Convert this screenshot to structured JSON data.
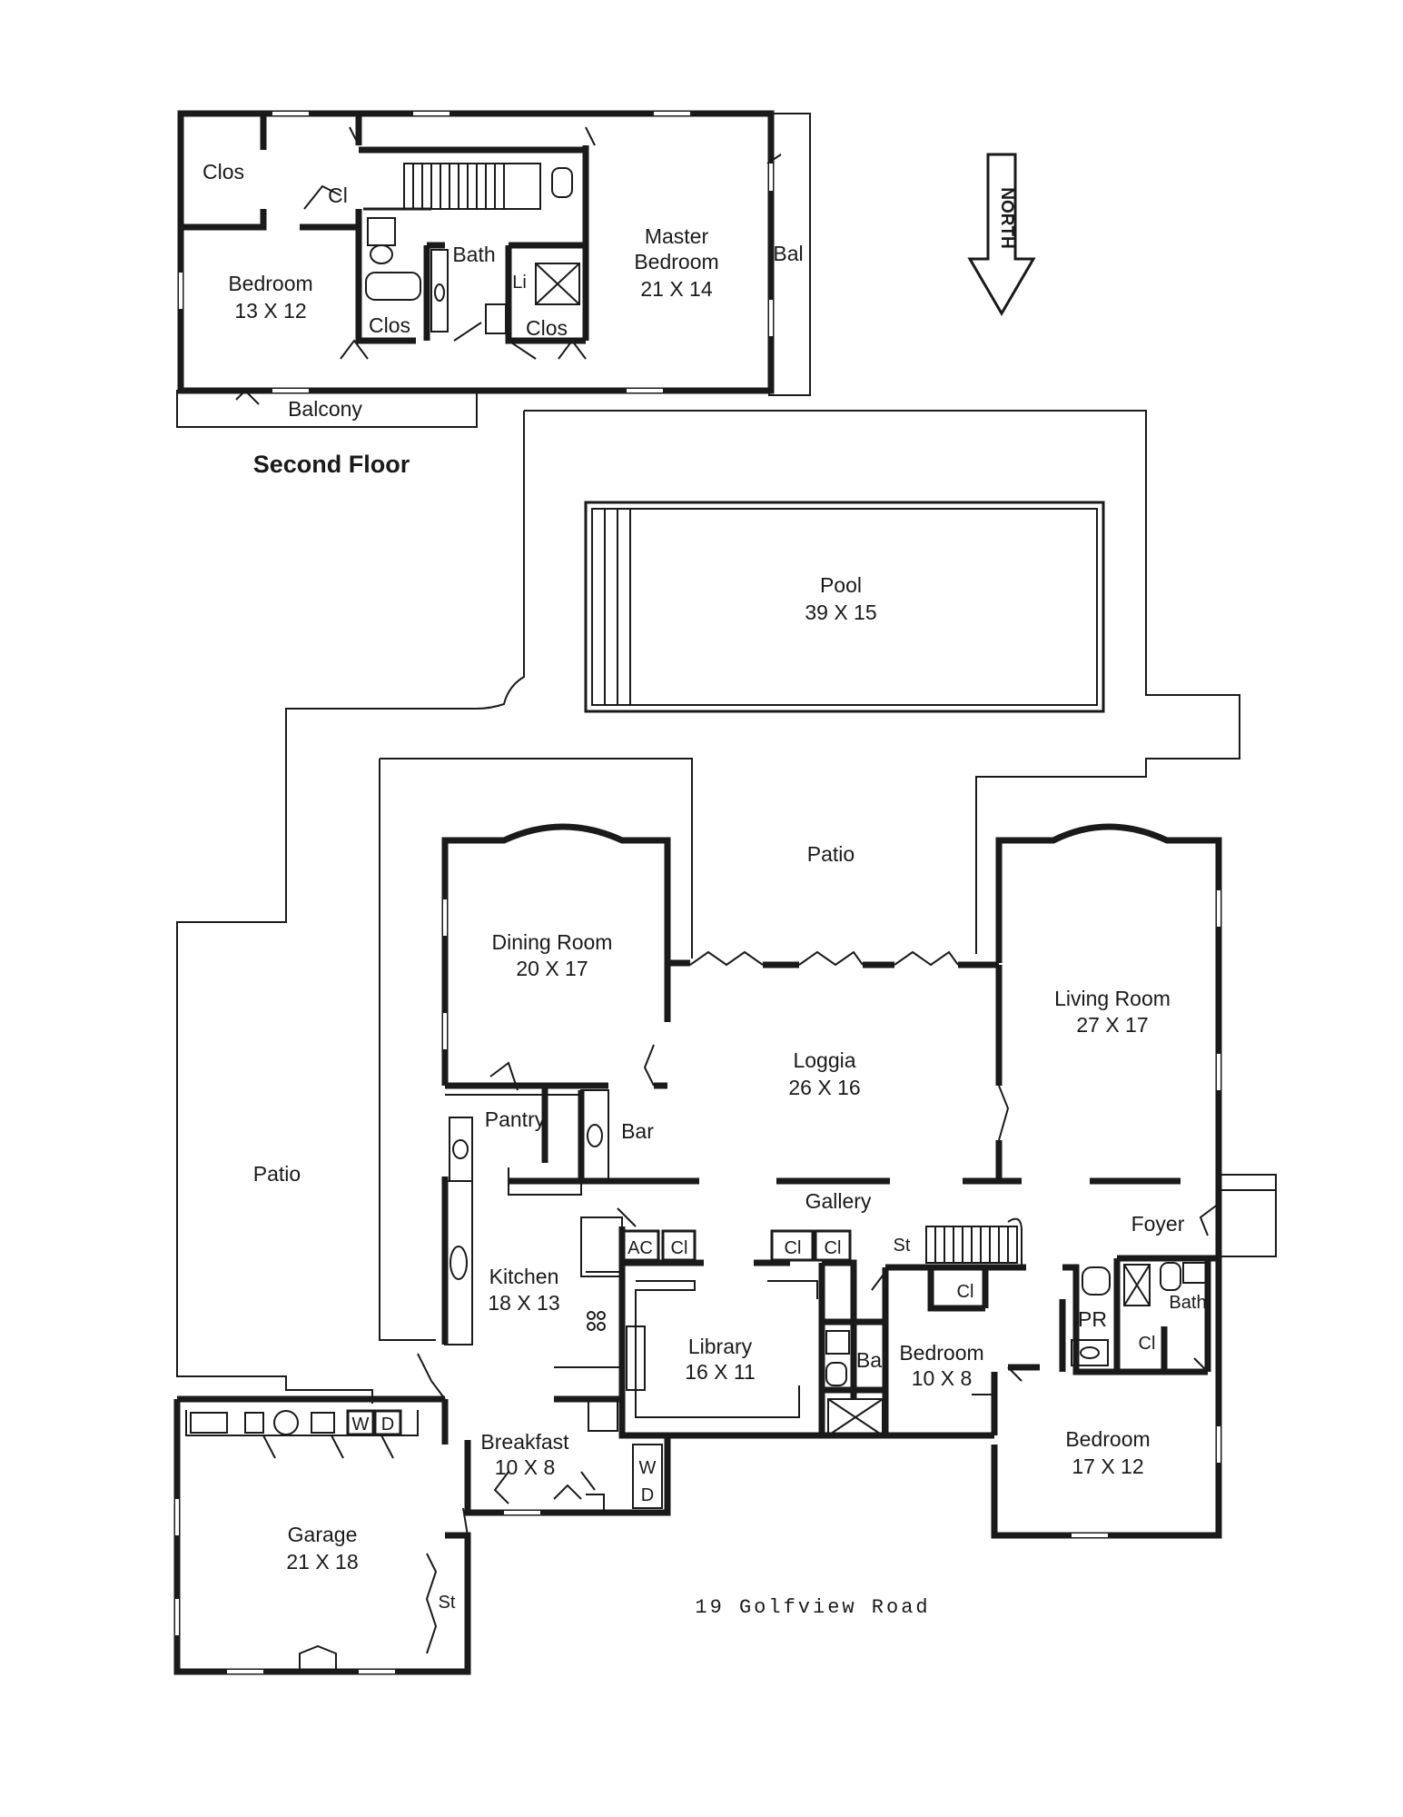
{
  "second_floor": {
    "title": "Second Floor",
    "rooms": {
      "closet_left": "Clos",
      "closet_cl": "Cl",
      "bedroom_name": "Bedroom",
      "bedroom_size": "13 X 12",
      "bath": "Bath",
      "linen": "Li",
      "closet_bath_left": "Clos",
      "closet_bath_right": "Clos",
      "master_name_1": "Master",
      "master_name_2": "Bedroom",
      "master_size": "21 X 14",
      "balcony_side": "Bal",
      "balcony": "Balcony"
    }
  },
  "north_label": "NORTH",
  "pool": {
    "name": "Pool",
    "size": "39 X 15"
  },
  "first_floor": {
    "patio_north": "Patio",
    "patio_west": "Patio",
    "dining": {
      "name": "Dining Room",
      "size": "20 X 17"
    },
    "loggia": {
      "name": "Loggia",
      "size": "26 X 16"
    },
    "living": {
      "name": "Living Room",
      "size": "27 X 17"
    },
    "pantry": "Pantry",
    "bar": "Bar",
    "gallery": "Gallery",
    "foyer": "Foyer",
    "ac": "AC",
    "cl_ac": "Cl",
    "cl_gallery_1": "Cl",
    "cl_gallery_2": "Cl",
    "stair": "St",
    "kitchen": {
      "name": "Kitchen",
      "size": "18 X 13"
    },
    "library": {
      "name": "Library",
      "size": "16 X 11"
    },
    "bath_ba": "Ba",
    "bedroom_small": {
      "name": "Bedroom",
      "size": "10 X 8"
    },
    "cl_bedroom_small": "Cl",
    "powder": "PR",
    "cl_pr": "Cl",
    "bath_foyer": "Bath",
    "bedroom_large": {
      "name": "Bedroom",
      "size": "17 X 12"
    },
    "breakfast": {
      "name": "Breakfast",
      "size": "10 X 8"
    },
    "garage": {
      "name": "Garage",
      "size": "21 X 18"
    },
    "garage_stair": "St",
    "washer": "W",
    "dryer": "D",
    "washer_2": "W",
    "dryer_2": "D"
  },
  "address": "19 Golfview Road"
}
